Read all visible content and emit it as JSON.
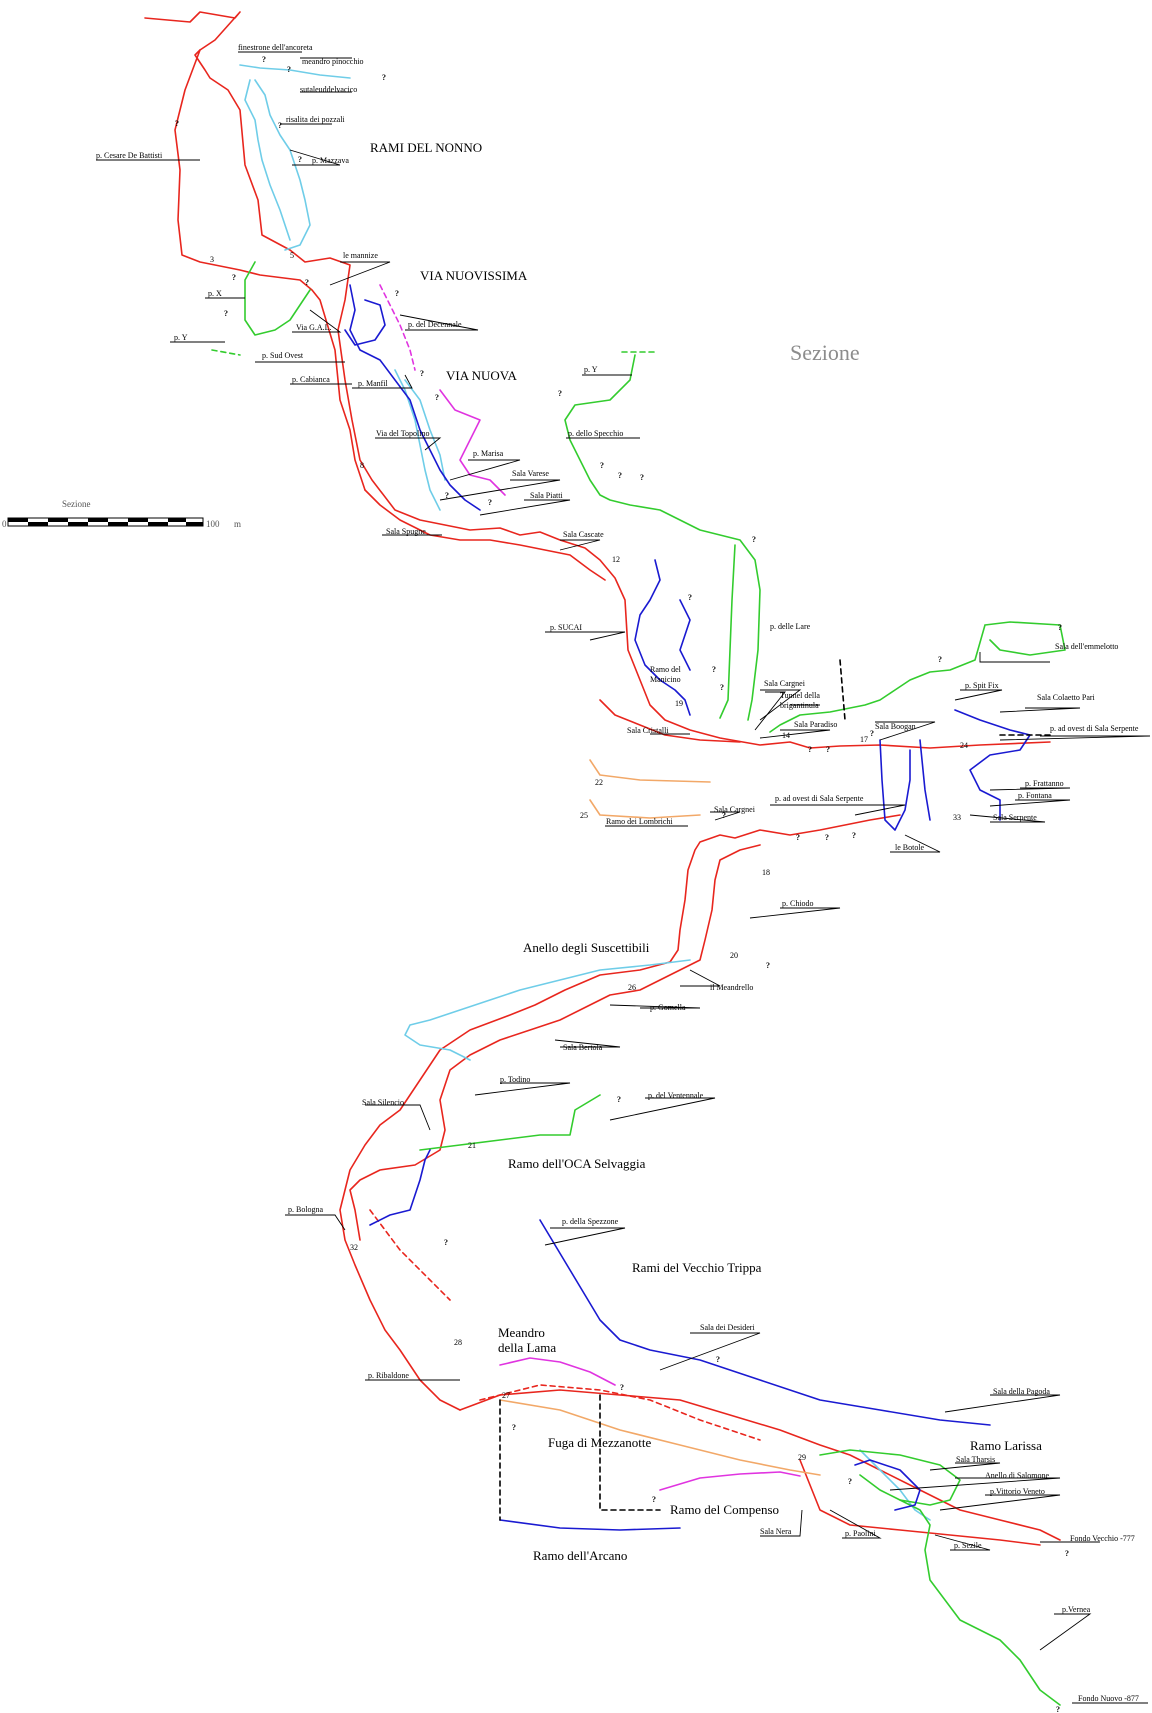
{
  "title": "Sezione",
  "scale": {
    "label": "Sezione",
    "start": "0",
    "end": "100",
    "unit": "m"
  },
  "colors": {
    "red": "#e8261e",
    "cyan": "#6fcde8",
    "green": "#33cc2e",
    "blue": "#1a1ad1",
    "magenta": "#e034e0",
    "orange": "#f2a868",
    "black": "#000000"
  },
  "area_labels": {
    "rami_del_nonno": "RAMI DEL NONNO",
    "via_nuovissima": "VIA NUOVISSIMA",
    "via_nuova": "VIA NUOVA",
    "anello_suscettibili": "Anello degli Suscettibili",
    "ramo_oca": "Ramo dell'OCA Selvaggia",
    "rami_vecchio_trippa": "Rami del Vecchio Trippa",
    "meandro_lama_1": "Meandro",
    "meandro_lama_2": "della Lama",
    "fuga_mezzanotte": "Fuga di Mezzanotte",
    "ramo_larissa": "Ramo Larissa",
    "ramo_compenso": "Ramo del Compenso",
    "ramo_arcano": "Ramo dell'Arcano"
  },
  "labels": {
    "finestrone": "finestrone dell'ancoreta",
    "meandro_pinocchio": "meandro pinocchio",
    "sutaleuddelvacico": "sutaleuddelvacico",
    "risalita_pozzali": "risalita dei pozzali",
    "p_cesare": "p. Cesare De Battisti",
    "p_mazzava": "p. Mazzava",
    "le_mannize": "le mannize",
    "p_x": "p. X",
    "p_y_left": "p. Y",
    "via_gal": "Via G.A.L.",
    "p_sud_ovest": "p. Sud Ovest",
    "p_decennale": "p. del Decennale",
    "p_cabianca": "p. Cabianca",
    "p_manfil": "p. Manfil",
    "via_del_topolino": "Via del Topolino",
    "p_marisa": "p. Marisa",
    "sala_varese": "Sala Varese",
    "sala_piatti": "Sala Piatti",
    "sala_spugne": "Sala Spugne",
    "sala_cascate": "Sala Cascate",
    "p_y_right": "p. Y",
    "p_specchio": "p. dello Specchio",
    "p_sucai": "p. SUCAI",
    "p_lare": "p. delle Lare",
    "ramo_manico_1": "Ramo del",
    "ramo_manico_2": "Manicino",
    "sala_cristalli": "Sala Cristalli",
    "sala_cargnei_top": "Sala Cargnei",
    "tunnel_1": "Tunnel della",
    "tunnel_2": "brigantinula",
    "sala_paradiso": "Sala Paradiso",
    "sala_boogan": "Sala Boogan",
    "sala_emmelotto": "Sala dell'emmelotto",
    "p_spit_fix": "p. Spit Fix",
    "sala_colaetto": "Sala Colaetto Pari",
    "p_ovest_serpente": "p. ad ovest di Sala Serpente",
    "p_frattanno": "p. Frattanno",
    "p_fontana": "p. Fontana",
    "p_ovest_serpente_2": "p. ad ovest di Sala Serpente",
    "sala_cargnei_bottom": "Sala Cargnei",
    "ramo_lombrichi": "Ramo dei Lombrichi",
    "sala_serpente": "Sala Serpente",
    "le_botole": "le Botole",
    "p_chiodo": "p. Chiodo",
    "il_meandrello": "il Meandrello",
    "p_gomella": "p. Gomella",
    "sala_bertola": "Sala Bertola",
    "p_todino": "p. Todino",
    "p_ventennale": "p. del Ventennale",
    "sala_silencio": "Sala Silencio",
    "p_bologna": "p. Bologna",
    "p_spezzone": "p. della Spezzone",
    "sala_desideri": "Sala dei Desideri",
    "p_ribaldone": "p. Ribaldone",
    "sala_pagoda": "Sala della Pagoda",
    "sala_tharsis": "Sala Tharsis",
    "anello_salomone": "Anello di Salomone",
    "p_vittorio": "p.Vittorio Veneto",
    "sala_nera": "Sala Nera",
    "p_paolini": "p. Paolini",
    "p_sezile": "p. Sezile",
    "fondo_vecchio": "Fondo Vecchio -777",
    "p_vernea": "p.Vernea",
    "fondo_nuovo": "Fondo Nuovo -877"
  },
  "unexplored_mark": "?",
  "station_numbers": [
    "3",
    "5",
    "8",
    "12",
    "14",
    "17",
    "18",
    "19",
    "20",
    "21",
    "22",
    "24",
    "25",
    "26",
    "27",
    "28",
    "29",
    "32",
    "33"
  ]
}
